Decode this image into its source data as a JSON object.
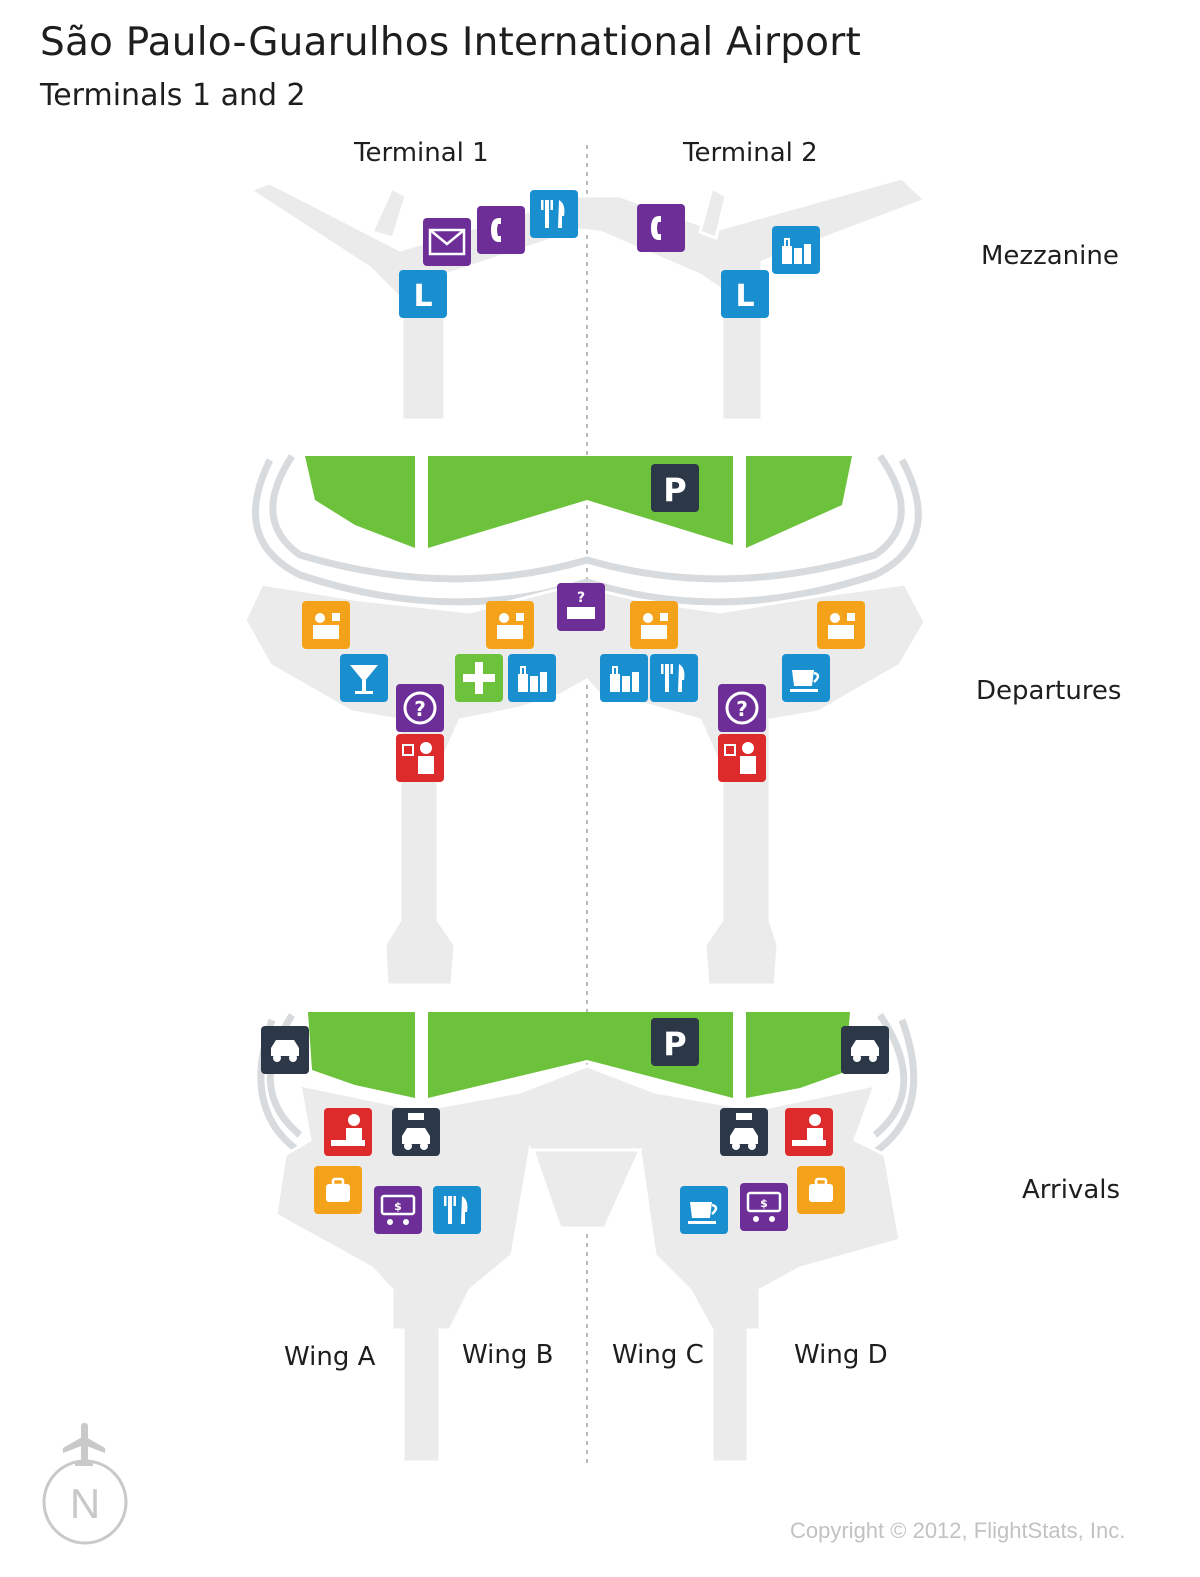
{
  "title": "São Paulo-Guarulhos International Airport",
  "subtitle": "Terminals 1 and 2",
  "terminals": [
    "Terminal 1",
    "Terminal 2"
  ],
  "levels": {
    "mezzanine": "Mezzanine",
    "departures": "Departures",
    "arrivals": "Arrivals"
  },
  "wings": [
    "Wing A",
    "Wing B",
    "Wing C",
    "Wing D"
  ],
  "parking_letter": "P",
  "luggage_letter": "L",
  "copyright": "Copyright © 2012, FlightStats, Inc.",
  "north_letter": "N",
  "colors": {
    "blue": "#1a8fd0",
    "purple": "#6e2e98",
    "orange": "#f5a21b",
    "red": "#dd2a2a",
    "green": "#6cc23a",
    "navy": "#2c3748",
    "floor": "#ebebeb"
  },
  "icons": {
    "mezzanine": [
      "mail-icon",
      "telephone-icon",
      "restaurant-icon",
      "telephone-icon",
      "shops-icon",
      "luggage-storage-icon",
      "luggage-storage-icon"
    ],
    "departures": [
      "check-in-icon",
      "check-in-icon",
      "information-desk-icon",
      "check-in-icon",
      "check-in-icon",
      "bar-icon",
      "medical-icon",
      "shops-icon",
      "shops-icon",
      "restaurant-icon",
      "cafe-icon",
      "information-icon",
      "information-icon",
      "immigration-icon",
      "immigration-icon",
      "parking-icon"
    ],
    "arrivals": [
      "car-rental-icon",
      "car-rental-icon",
      "customs-icon",
      "customs-icon",
      "taxi-icon",
      "taxi-icon",
      "baggage-claim-icon",
      "baggage-claim-icon",
      "currency-exchange-icon",
      "currency-exchange-icon",
      "restaurant-icon",
      "cafe-icon",
      "parking-icon"
    ]
  }
}
